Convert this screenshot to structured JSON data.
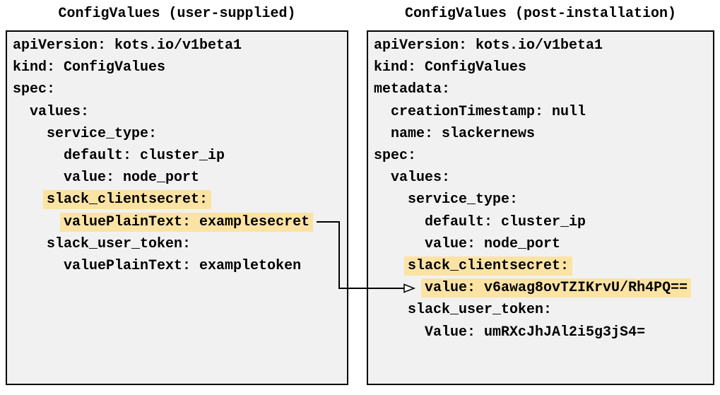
{
  "colors": {
    "highlight": "#fbe3a3",
    "panel_bg": "#f1f1f1",
    "panel_border": "#000000",
    "text": "#000000",
    "arrow": "#000000"
  },
  "left_panel": {
    "title": "ConfigValues (user-supplied)",
    "lines": [
      {
        "indent": 0,
        "text": "apiVersion: kots.io/v1beta1",
        "highlight": false
      },
      {
        "indent": 0,
        "text": "kind: ConfigValues",
        "highlight": false
      },
      {
        "indent": 0,
        "text": "spec:",
        "highlight": false
      },
      {
        "indent": 2,
        "text": "values:",
        "highlight": false
      },
      {
        "indent": 4,
        "text": "service_type:",
        "highlight": false
      },
      {
        "indent": 6,
        "text": "default: cluster_ip",
        "highlight": false
      },
      {
        "indent": 6,
        "text": "value: node_port",
        "highlight": false
      },
      {
        "indent": 4,
        "text": "slack_clientsecret:",
        "highlight": true
      },
      {
        "indent": 6,
        "text": "valuePlainText: examplesecret",
        "highlight": true
      },
      {
        "indent": 4,
        "text": "slack_user_token:",
        "highlight": false
      },
      {
        "indent": 6,
        "text": "valuePlainText: exampletoken",
        "highlight": false
      }
    ]
  },
  "right_panel": {
    "title": "ConfigValues (post-installation)",
    "lines": [
      {
        "indent": 0,
        "text": "apiVersion: kots.io/v1beta1",
        "highlight": false
      },
      {
        "indent": 0,
        "text": "kind: ConfigValues",
        "highlight": false
      },
      {
        "indent": 0,
        "text": "metadata:",
        "highlight": false
      },
      {
        "indent": 2,
        "text": "creationTimestamp: null",
        "highlight": false
      },
      {
        "indent": 2,
        "text": "name: slackernews",
        "highlight": false
      },
      {
        "indent": 0,
        "text": "spec:",
        "highlight": false
      },
      {
        "indent": 2,
        "text": "values:",
        "highlight": false
      },
      {
        "indent": 4,
        "text": "service_type:",
        "highlight": false
      },
      {
        "indent": 6,
        "text": "default: cluster_ip",
        "highlight": false
      },
      {
        "indent": 6,
        "text": "value: node_port",
        "highlight": false
      },
      {
        "indent": 4,
        "text": "slack_clientsecret:",
        "highlight": true
      },
      {
        "indent": 6,
        "text": "value: v6awag8ovTZIKrvU/Rh4PQ==",
        "highlight": true
      },
      {
        "indent": 4,
        "text": "slack_user_token:",
        "highlight": false
      },
      {
        "indent": 6,
        "text": "Value: umRXcJhJAl2i5g3jS4=",
        "highlight": false
      }
    ]
  }
}
